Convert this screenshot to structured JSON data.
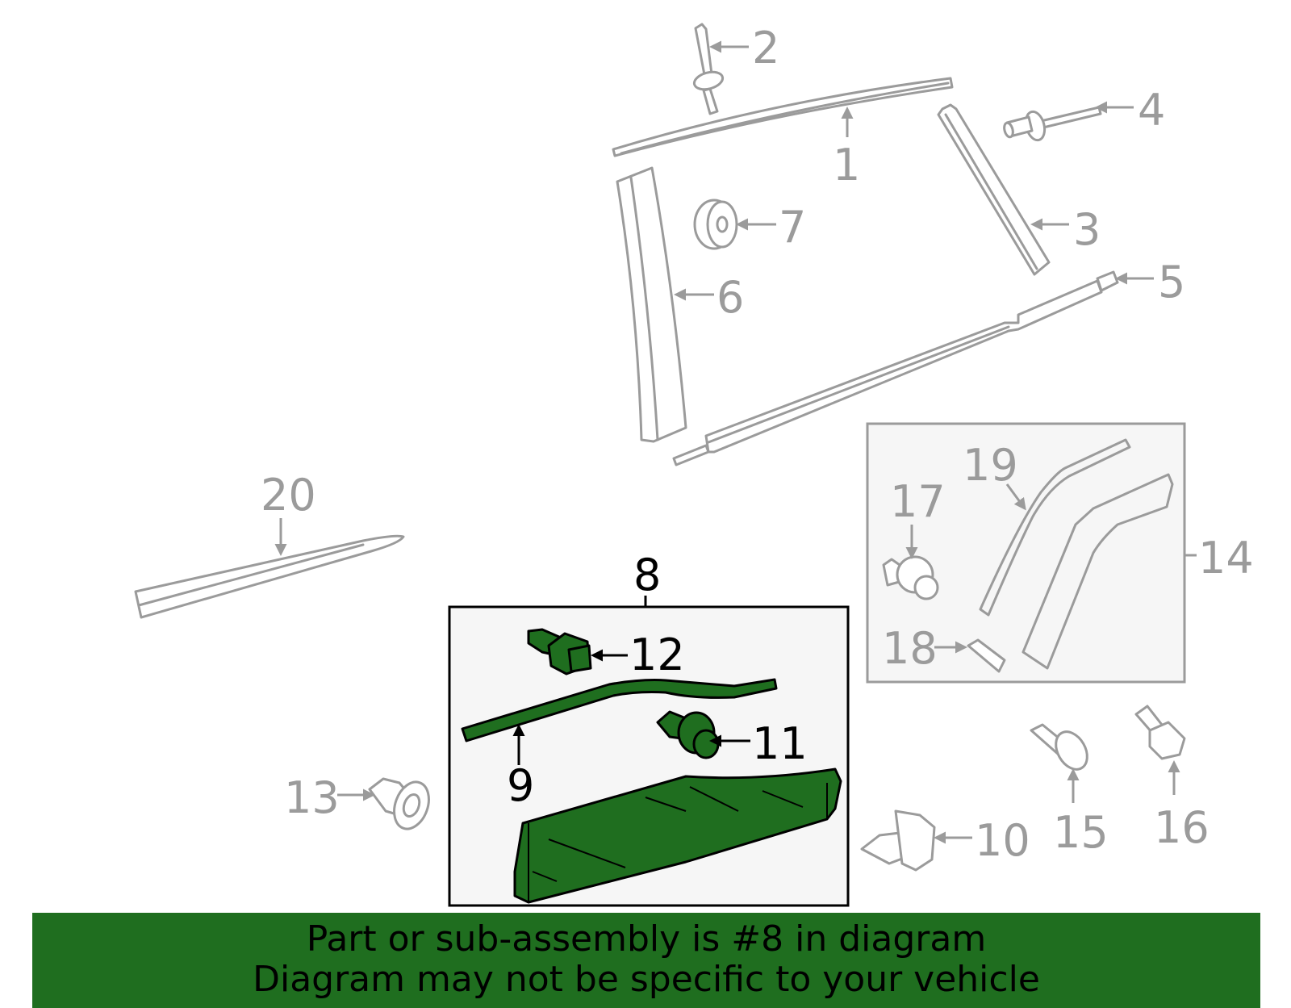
{
  "diagram": {
    "callouts": {
      "c1": "1",
      "c2": "2",
      "c3": "3",
      "c4": "4",
      "c5": "5",
      "c6": "6",
      "c7": "7",
      "c8": "8",
      "c9": "9",
      "c10": "10",
      "c11": "11",
      "c12": "12",
      "c13": "13",
      "c14": "14",
      "c15": "15",
      "c16": "16",
      "c17": "17",
      "c18": "18",
      "c19": "19",
      "c20": "20"
    },
    "highlighted_part": "8",
    "colors": {
      "highlight": "#1f6e1f",
      "part_outline": "#9b9b9b",
      "box_fill": "#f6f6f6"
    }
  },
  "banner": {
    "line1": "Part or sub-assembly is #8 in diagram",
    "line2": "Diagram may not be specific to your vehicle"
  }
}
